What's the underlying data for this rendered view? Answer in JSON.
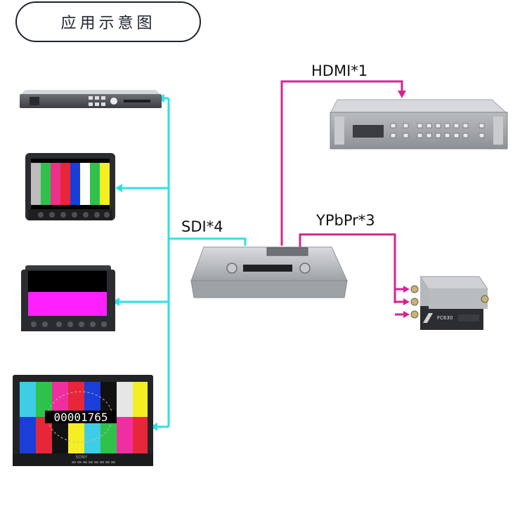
{
  "title": "应用示意图",
  "labels": {
    "sdi": "SDI*4",
    "hdmi": "HDMI*1",
    "ypbpr": "YPbPr*3"
  },
  "counter": "00001765",
  "brand": "SONY",
  "converter_model": "FC630",
  "colors": {
    "sdi_line": "#2ee0e6",
    "analog_line": "#d8238f",
    "frame": "#1e2330"
  }
}
